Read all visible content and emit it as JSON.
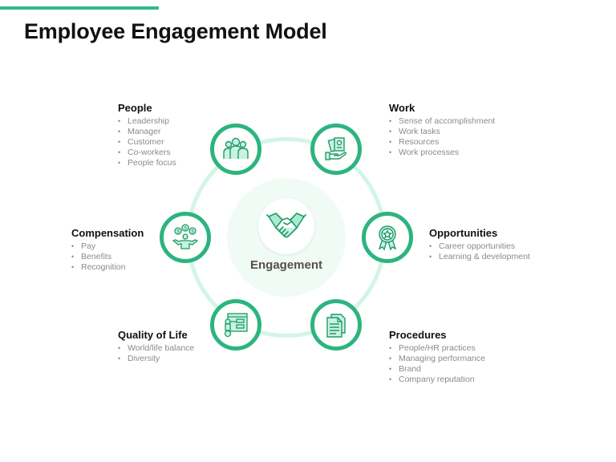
{
  "header": {
    "title": "Employee Engagement Model",
    "accent_color": "#2fbb8a"
  },
  "center": {
    "label": "Engagement",
    "icon": "handshake-icon"
  },
  "colors": {
    "node_border": "#2cb47f",
    "ring": "#d3f5e7",
    "halo": "#f0fbf6",
    "icon_fill": "#a8ebd0",
    "icon_stroke": "#1f9a6a"
  },
  "nodes": [
    {
      "id": "people",
      "title": "People",
      "icon": "people-group-icon",
      "items": [
        "Leadership",
        "Manager",
        "Customer",
        "Co-workers",
        "People focus"
      ]
    },
    {
      "id": "work",
      "title": "Work",
      "icon": "hand-holding-documents-icon",
      "items": [
        "Sense of accomplishment",
        "Work tasks",
        "Resources",
        "Work processes"
      ]
    },
    {
      "id": "compensation",
      "title": "Compensation",
      "icon": "money-person-icon",
      "items": [
        "Pay",
        "Benefits",
        "Recognition"
      ]
    },
    {
      "id": "opportunities",
      "title": "Opportunities",
      "icon": "award-ribbon-icon",
      "items": [
        "Career opportunities",
        "Learning & development"
      ]
    },
    {
      "id": "quality_of_life",
      "title": "Quality of Life",
      "icon": "board-presentation-icon",
      "items": [
        "World/life balance",
        "Diversity"
      ]
    },
    {
      "id": "procedures",
      "title": "Procedures",
      "icon": "documents-icon",
      "items": [
        "People/HR practices",
        "Managing performance",
        "Brand",
        "Company reputation"
      ]
    }
  ]
}
